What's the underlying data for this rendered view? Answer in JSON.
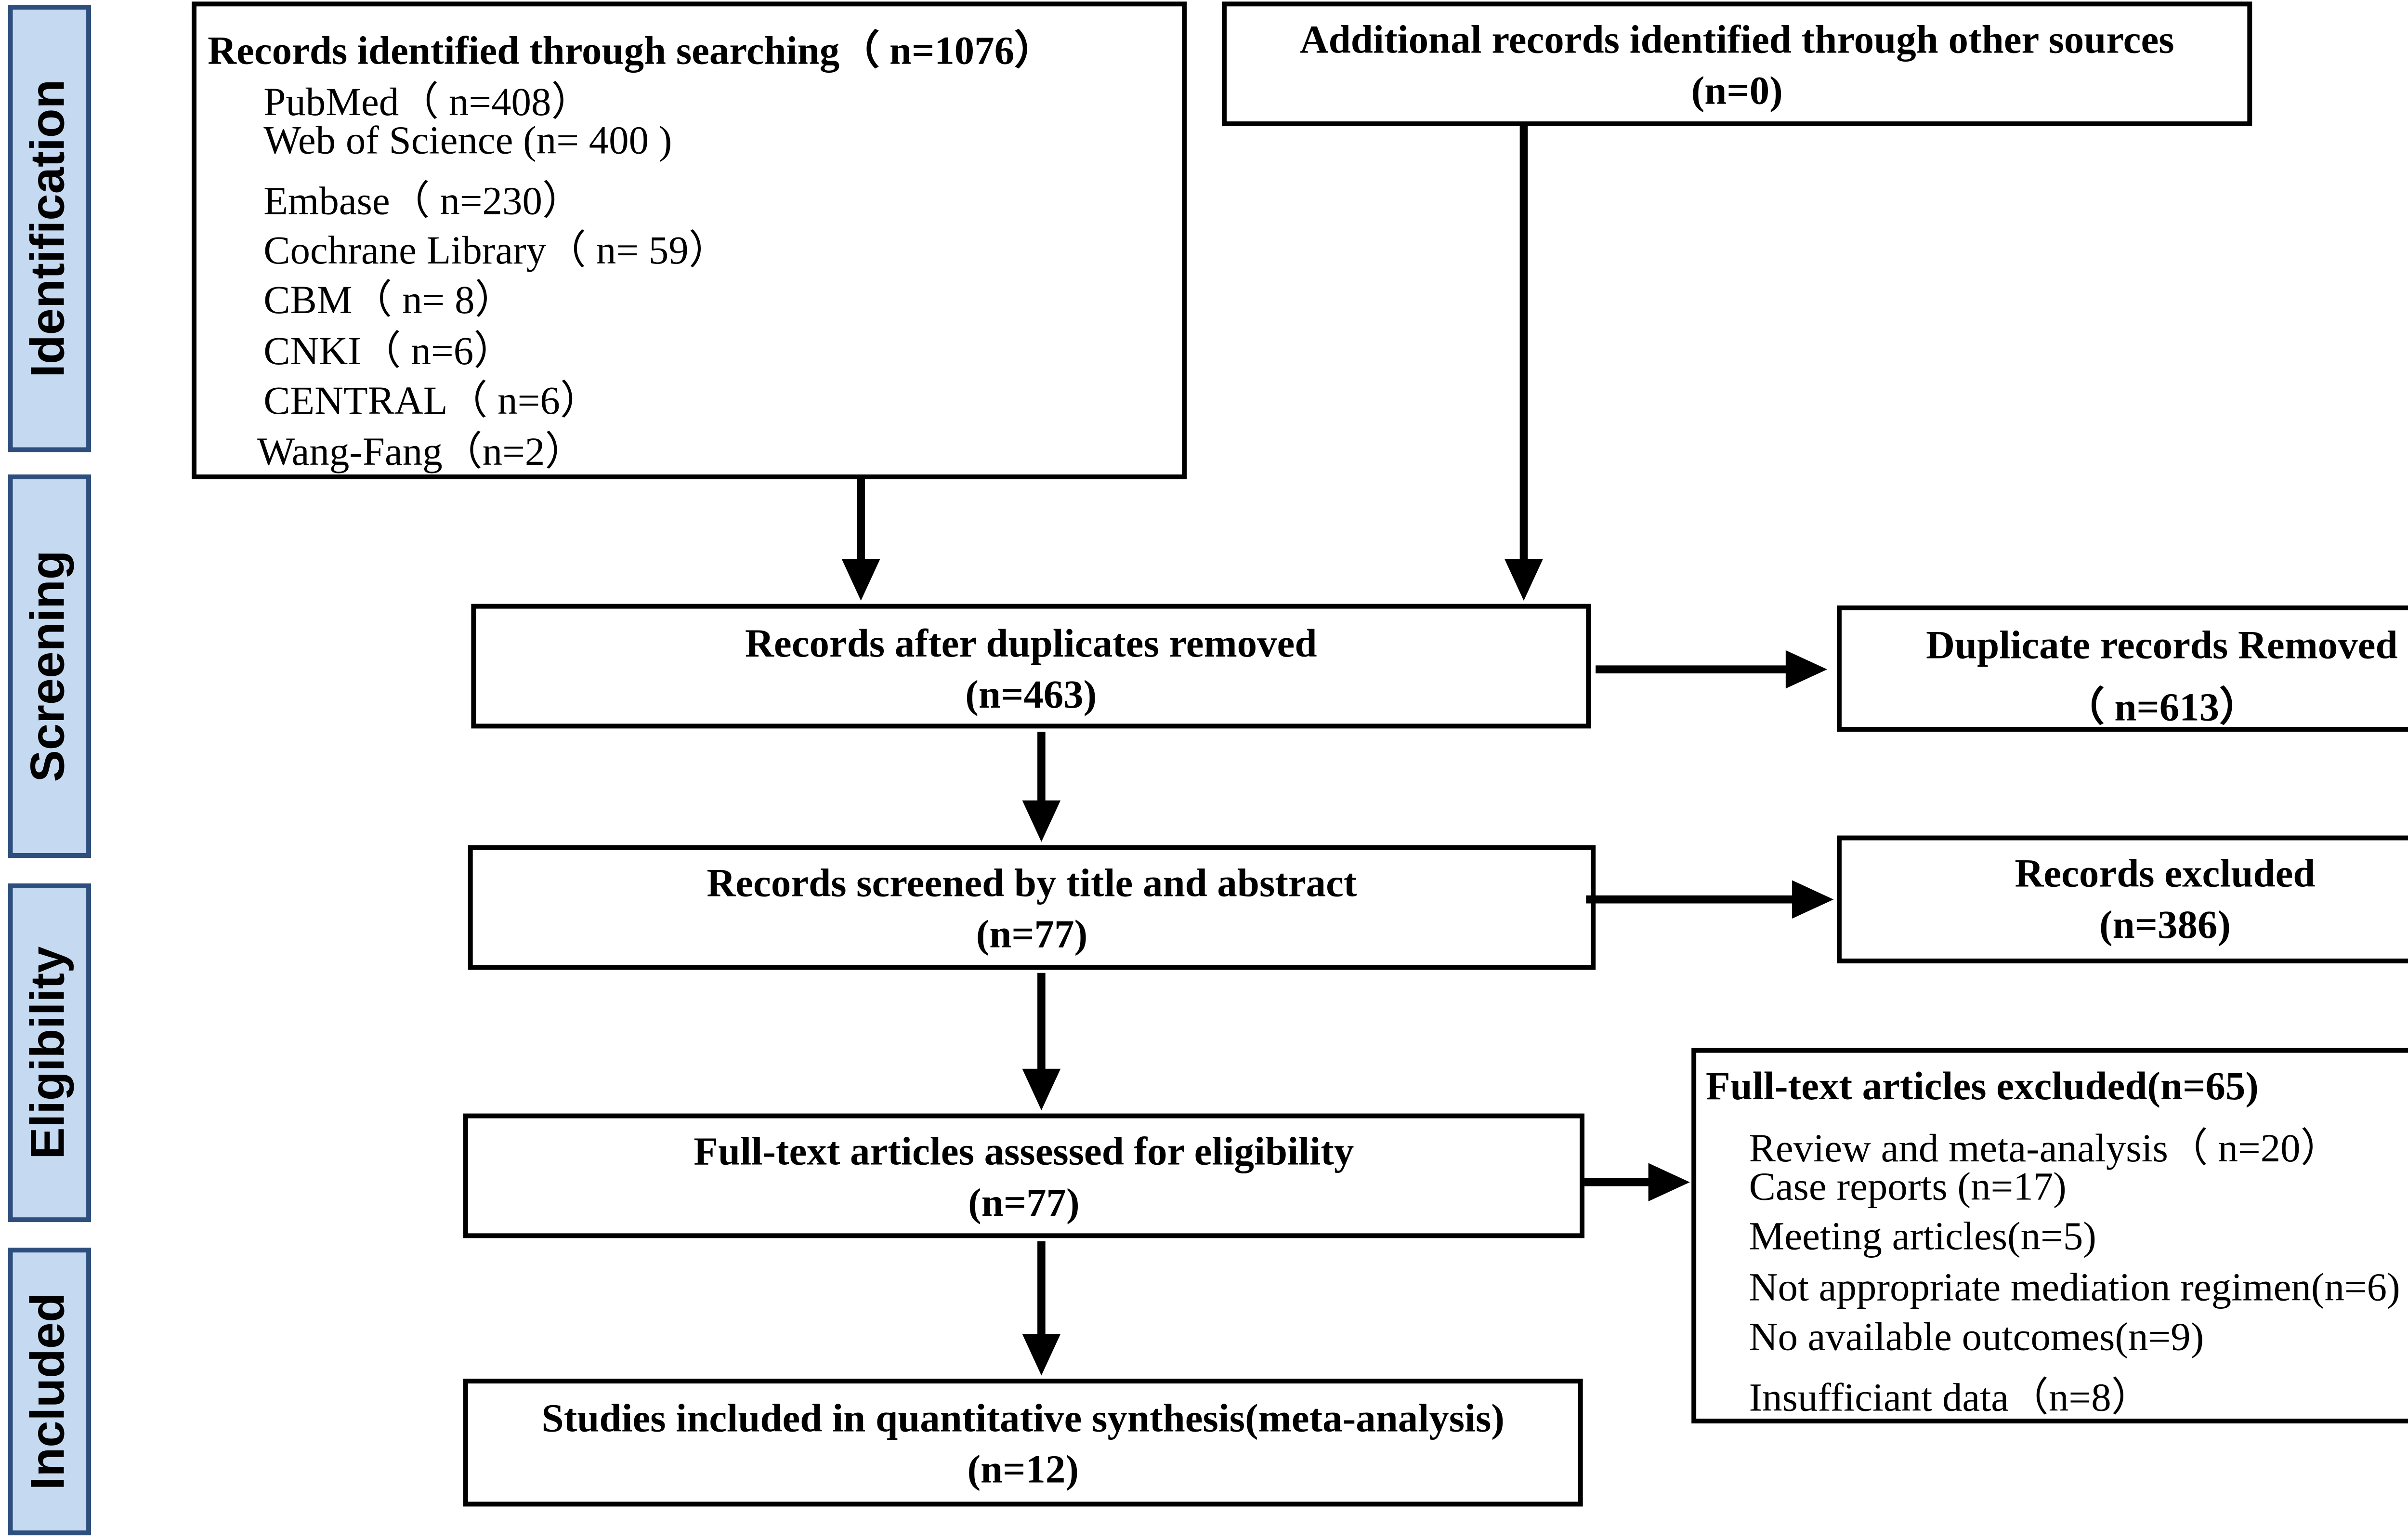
{
  "phases": {
    "identification": "Identification",
    "screening": "Screening",
    "eligibility": "Eligibility",
    "included": "Included"
  },
  "search": {
    "title": "Records identified through searching（ n=1076）",
    "sources": [
      "PubMed（ n=408）",
      "Web of Science (n= 400 )",
      "Embase（ n=230）",
      "Cochrane Library（ n= 59）",
      "CBM（ n= 8）",
      "CNKI（ n=6）",
      "CENTRAL（ n=6）",
      "Wang-Fang（n=2）"
    ]
  },
  "other_sources": {
    "title": "Additional records identified through other sources",
    "count": "(n=0)"
  },
  "after_duplicates": {
    "title": "Records after duplicates removed",
    "count": "(n=463)"
  },
  "duplicates_removed": {
    "title": "Duplicate records Removed",
    "count": "（ n=613）"
  },
  "screened": {
    "title": "Records screened by title and abstract",
    "count": "(n=77)"
  },
  "excluded": {
    "title": "Records excluded",
    "count": "(n=386)"
  },
  "fulltext": {
    "title": "Full-text articles assessed for eligibility",
    "count": "(n=77)"
  },
  "fulltext_excluded": {
    "title": "Full-text articles excluded(n=65)",
    "reasons": [
      "Review and meta-analysis（ n=20）",
      "Case reports (n=17)",
      "Meeting articles(n=5)",
      "Not appropriate mediation regimen(n=6)",
      "No available outcomes(n=9)",
      "Insufficiant data（n=8）"
    ]
  },
  "included": {
    "title": "Studies included in quantitative synthesis(meta-analysis)",
    "count": "(n=12)"
  }
}
